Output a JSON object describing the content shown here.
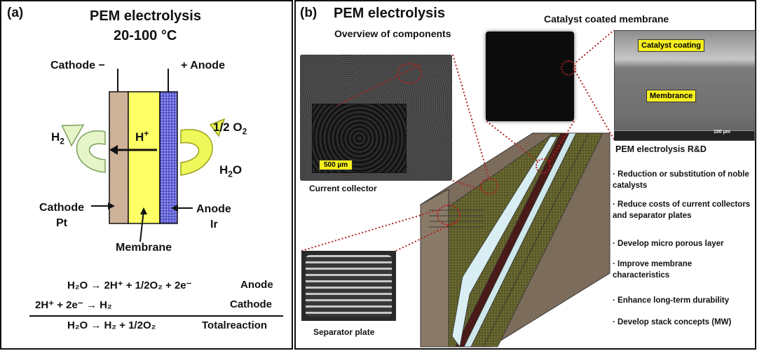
{
  "panel_a": {
    "label": "(a)",
    "title_line1": "PEM electrolysis",
    "title_line2": "20-100 °C",
    "cathode_label": "Cathode −",
    "anode_label": "+ Anode",
    "h2": "H",
    "h2_sub": "2",
    "hplus": "H",
    "hplus_sup": "+",
    "o2_prefix": "1/2 O",
    "o2_sub": "2",
    "h2o": "H",
    "h2o_sub": "2",
    "h2o_tail": "O",
    "cathode_pt_1": "Cathode",
    "cathode_pt_2": "Pt",
    "anode_ir_1": "Anode",
    "anode_ir_2": "Ir",
    "membrane": "Membrane",
    "eq_anode": "H₂O → 2H⁺ + 1/2O₂ + 2e⁻",
    "eq_anode_label": "Anode",
    "eq_cathode": "2H⁺ + 2e⁻ → H₂",
    "eq_cathode_label": "Cathode",
    "eq_total": "H₂O → H₂ + 1/2O₂",
    "eq_total_label": "Totalreaction"
  },
  "panel_b": {
    "label": "(b)",
    "title": "PEM electrolysis",
    "subtitle": "Overview of components",
    "ccm_title": "Catalyst coated membrane",
    "current_collector": "Current collector",
    "scale_500": "500 µm",
    "sem_catalyst": "Catalyst coating",
    "sem_membrane": "Membrance",
    "sem_scale": "100 µm",
    "separator_plate": "Separator plate",
    "rd_title": "PEM electrolysis R&D",
    "rd_items": [
      "Reduction or substitution of noble catalysts",
      "Reduce costs of current collectors and separator plates",
      "Develop micro porous layer",
      "Improve membrane characteristics",
      "Enhance long-term durability",
      "Develop stack concepts (MW)"
    ]
  },
  "colors": {
    "cathode": "#d9bfa6",
    "membrane": "#ffff66",
    "anode": "#6b6bdc",
    "h2_arrow": "#e6f5c8",
    "o2_arrow": "#eef85a",
    "dotted_line": "#b22222",
    "sem_label_bg": "#f6ee20"
  }
}
